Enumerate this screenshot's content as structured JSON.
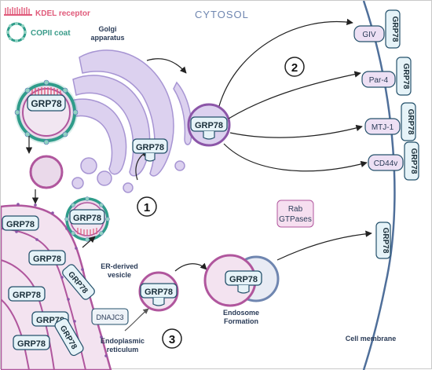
{
  "legend": {
    "kdel_label": "KDEL receptor",
    "copii_label": "COPII coat"
  },
  "labels": {
    "cytosol": "CYTOSOL",
    "golgi_line1": "Golgi",
    "golgi_line2": "apparatus",
    "er_vesicle_line1": "ER-derived",
    "er_vesicle_line2": "vesicle",
    "er_line1": "Endoplasmic",
    "er_line2": "reticulum",
    "endosome_line1": "Endosome",
    "endosome_line2": "Formation",
    "cell_membrane": "Cell membrane",
    "rab_line1": "Rab",
    "rab_line2": "GTPases",
    "dnajc3": "DNAJC3"
  },
  "protein": "GRP78",
  "steps": [
    "1",
    "2",
    "3"
  ],
  "partners": [
    "GIV",
    "Par-4",
    "MTJ-1",
    "CD44v"
  ],
  "colors": {
    "kdel": "#e05a7a",
    "copii_ring": "#2f9c8a",
    "copii_dot": "#8fd3c2",
    "vesicle_fill": "#ead9ea",
    "vesicle_ring": "#b0569d",
    "golgi_fill": "#dcd1ef",
    "golgi_stroke": "#a795d3",
    "er_fill": "#f3e3f0",
    "grp78_fill": "#e6f3f8",
    "grp78_stroke": "#24516b",
    "membrane": "#4f6f9a",
    "accent_purple": "#8c56a8"
  }
}
